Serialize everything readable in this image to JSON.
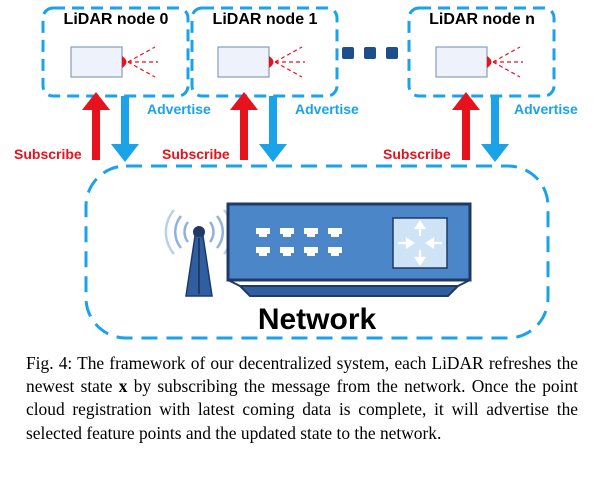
{
  "nodes": [
    {
      "label": "LiDAR node 0"
    },
    {
      "label": "LiDAR node 1"
    },
    {
      "label": "LiDAR node n"
    }
  ],
  "arrows": {
    "subscribe_label": "Subscribe",
    "advertise_label": "Advertise"
  },
  "network": {
    "label": "Network"
  },
  "colors": {
    "dashed_border": "#1aa3e8",
    "subscribe": "#e8121c",
    "advertise": "#1aa3e8",
    "switch_body": "#4a86c8",
    "switch_dark": "#1f3a66",
    "router_panel": "#cfe3f7",
    "ellipsis": "#1f4e8c"
  },
  "caption": {
    "prefix": "Fig. 4: The framework of our decentralized system, each LiDAR refreshes the newest state ",
    "state_var": "x",
    "suffix": " by subscribing the message from the network. Once the point cloud registration with latest coming data is complete, it will advertise the selected feature points and the updated state to the network."
  }
}
